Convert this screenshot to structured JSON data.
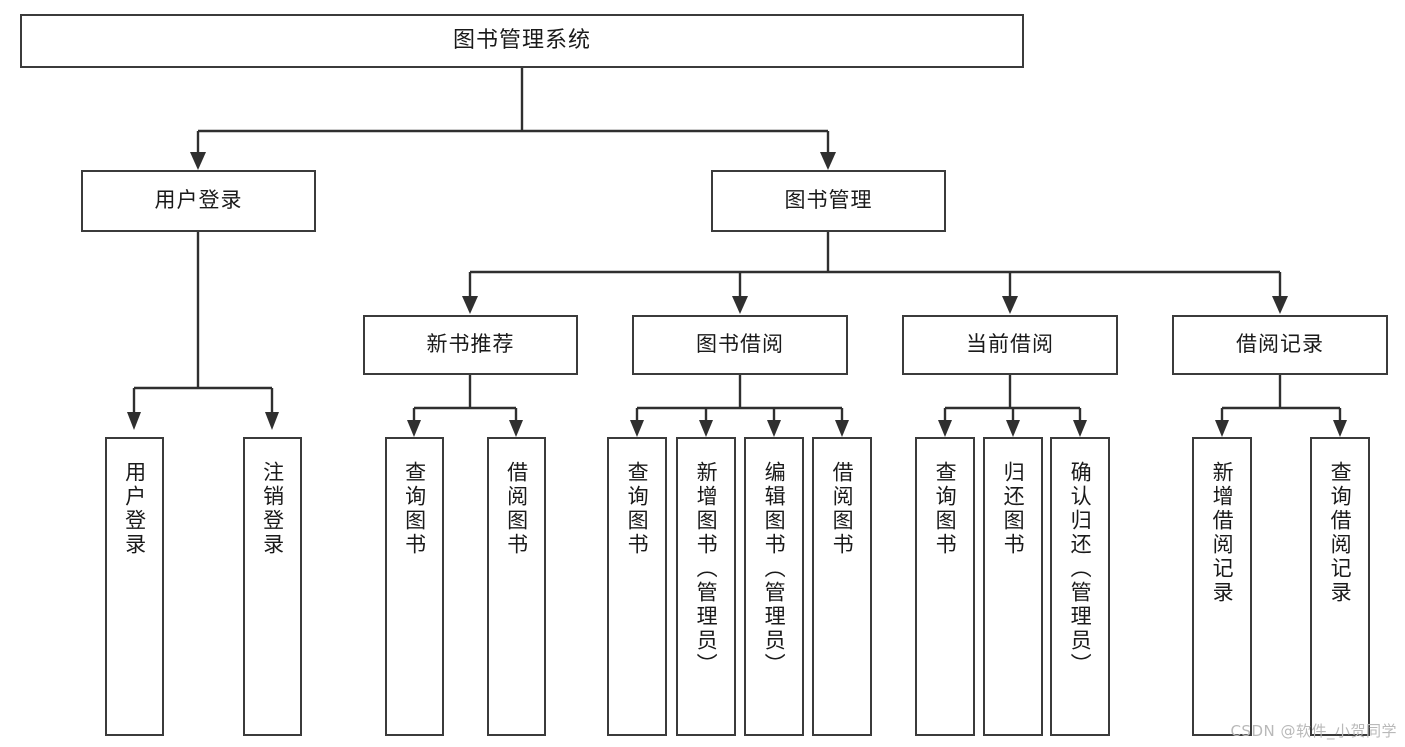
{
  "diagram": {
    "title": "图书管理系统",
    "type": "hierarchy-tree",
    "root": {
      "label": "图书管理系统"
    },
    "level2": [
      {
        "label": "用户登录"
      },
      {
        "label": "图书管理"
      }
    ],
    "level3": [
      {
        "label": "新书推荐"
      },
      {
        "label": "图书借阅"
      },
      {
        "label": "当前借阅"
      },
      {
        "label": "借阅记录"
      }
    ],
    "leaves": {
      "user_login": [
        {
          "label": "用户登录"
        },
        {
          "label": "注销登录"
        }
      ],
      "new_book_recommend": [
        {
          "label": "查询图书"
        },
        {
          "label": "借阅图书"
        }
      ],
      "book_borrow": [
        {
          "label": "查询图书"
        },
        {
          "label": "新增图书（管理员）"
        },
        {
          "label": "编辑图书（管理员）"
        },
        {
          "label": "借阅图书"
        }
      ],
      "current_borrow": [
        {
          "label": "查询图书"
        },
        {
          "label": "归还图书"
        },
        {
          "label": "确认归还（管理员）"
        }
      ],
      "borrow_record": [
        {
          "label": "新增借阅记录"
        },
        {
          "label": "查询借阅记录"
        }
      ]
    }
  },
  "watermark": {
    "text": "CSDN @软件_小贺同学"
  },
  "colors": {
    "box_border": "#3b3b3b",
    "connector": "#2f2f2f",
    "background": "#ffffff",
    "watermark": "#b9b9b9"
  }
}
